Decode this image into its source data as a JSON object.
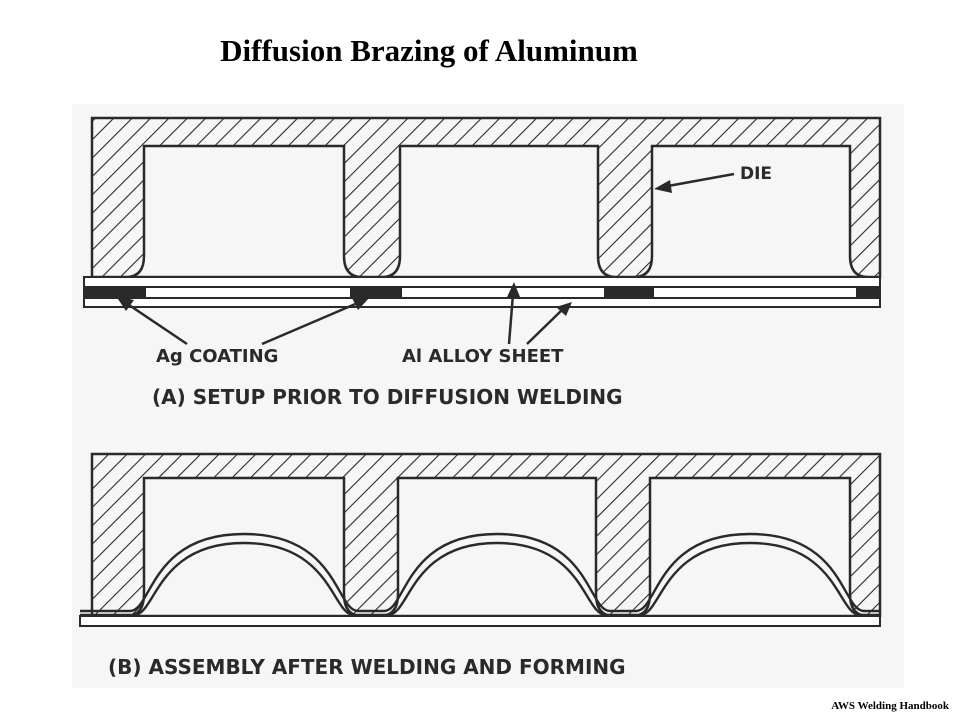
{
  "title": "Diffusion Brazing of Aluminum",
  "figure": {
    "panel_a": {
      "caption": "(A) SETUP PRIOR TO DIFFUSION WELDING",
      "labels": {
        "die": "DIE",
        "ag_coating": "Ag COATING",
        "al_alloy_sheet": "Al ALLOY SHEET"
      }
    },
    "panel_b": {
      "caption": "(B) ASSEMBLY AFTER WELDING AND FORMING"
    }
  },
  "source_credit": "AWS Welding Handbook",
  "colors": {
    "ink": "#2a2a2a",
    "figure_background": "#f6f6f6"
  }
}
